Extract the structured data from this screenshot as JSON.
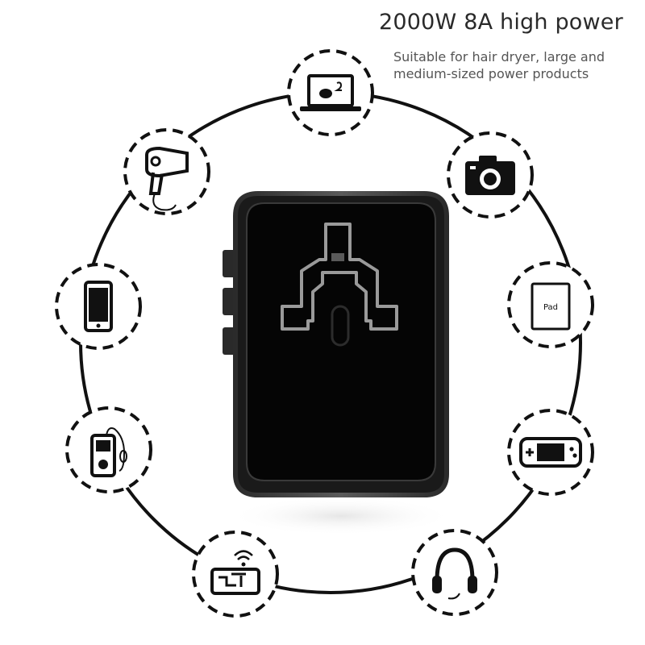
{
  "heading": {
    "title": "2000W 8A high power",
    "description": "Suitable for hair dryer, large and medium-sized power products"
  },
  "icons": {
    "tablet_label": "Pad"
  },
  "colors": {
    "ink": "#111111",
    "adapter_body": "#050505",
    "adapter_frame": "#4a4a4a",
    "socket_outline": "#9a9a9a",
    "text": "#2a2a2a"
  }
}
